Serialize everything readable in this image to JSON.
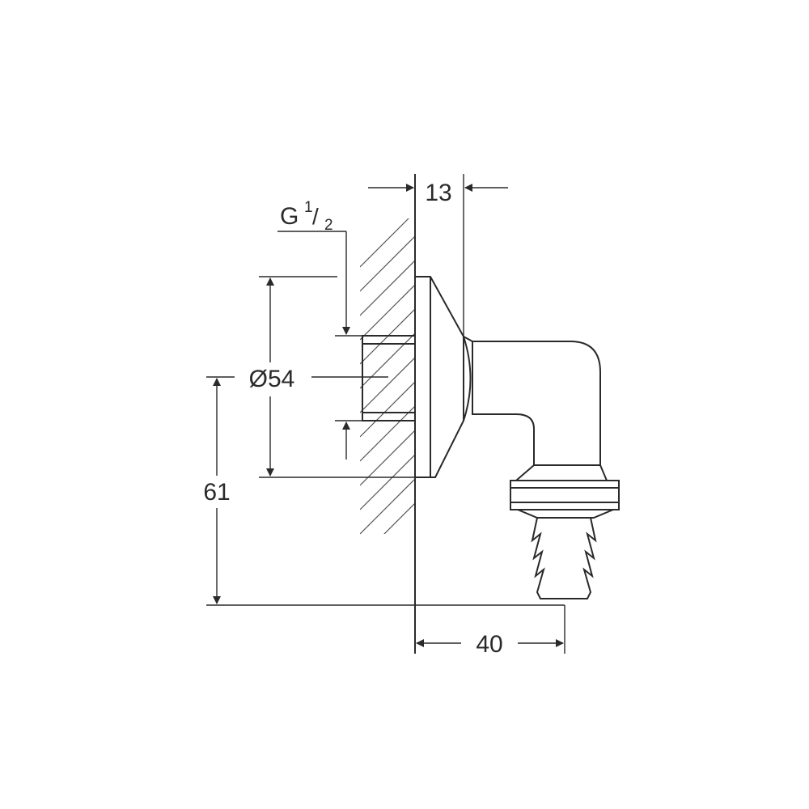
{
  "drawing": {
    "thread_label_main": "G",
    "thread_label_num": "1",
    "thread_label_sep": "/",
    "thread_label_den": "2",
    "dim_depth": "13",
    "dim_diameter": "Ø54",
    "dim_height": "61",
    "dim_projection": "40"
  },
  "colors": {
    "line": "#2a2a2a",
    "background": "#ffffff"
  }
}
